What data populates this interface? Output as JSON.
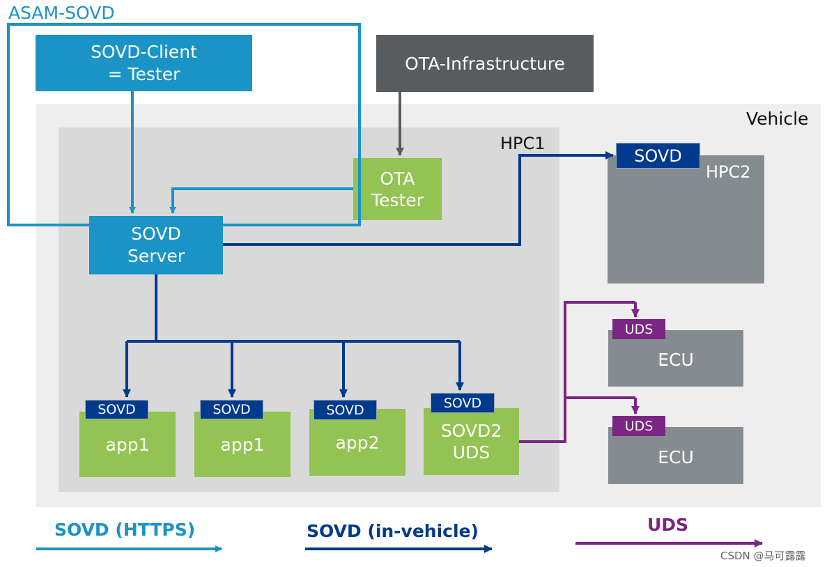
{
  "colors": {
    "https": "#1a93c6",
    "invehicle": "#003a8c",
    "uds": "#7b2585",
    "app_green": "#92c353",
    "node_gray": "#858c8f",
    "ota_infra": "#585c5e",
    "vehicle_bg": "#eeeeee",
    "hpc_bg": "#d9d9d9"
  },
  "labels": {
    "asam_sovd": "ASAM-SOVD",
    "vehicle": "Vehicle",
    "hpc1": "HPC1"
  },
  "nodes": {
    "sovd_client": "SOVD-Client\n= Tester",
    "ota_infrastructure": "OTA-Infrastructure",
    "ota_tester": "OTA\nTester",
    "sovd_server": "SOVD\nServer",
    "hpc2": "HPC2",
    "hpc2_sovd": "SOVD",
    "apps": [
      {
        "badge": "SOVD",
        "label": "app1"
      },
      {
        "badge": "SOVD",
        "label": "app1"
      },
      {
        "badge": "SOVD",
        "label": "app2"
      },
      {
        "badge": "SOVD",
        "label": "SOVD2\nUDS"
      }
    ],
    "ecus": [
      {
        "badge": "UDS",
        "label": "ECU"
      },
      {
        "badge": "UDS",
        "label": "ECU"
      }
    ]
  },
  "legend": {
    "https": "SOVD (HTTPS)",
    "invehicle": "SOVD (in-vehicle)",
    "uds": "UDS"
  },
  "watermark": "CSDN @马可露露"
}
